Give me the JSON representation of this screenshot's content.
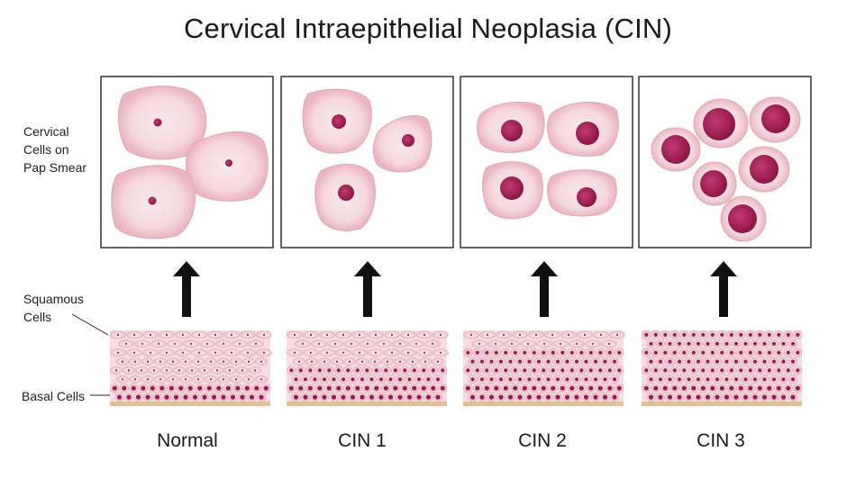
{
  "title": "Cervical Intraepithelial Neoplasia (CIN)",
  "labels": {
    "pap_smear": [
      "Cervical",
      "Cells on",
      "Pap Smear"
    ],
    "squamous": [
      "Squamous",
      "Cells"
    ],
    "basal": "Basal Cells"
  },
  "stages": [
    {
      "label": "Normal",
      "nucleus_size": 0.08,
      "layer": "normal"
    },
    {
      "label": "CIN 1",
      "nucleus_size": 0.2,
      "layer": "cin1"
    },
    {
      "label": "CIN 2",
      "nucleus_size": 0.34,
      "layer": "cin2"
    },
    {
      "label": "CIN 3",
      "nucleus_size": 0.55,
      "layer": "cin3"
    }
  ],
  "colors": {
    "cell_fill": "#f4d3d9",
    "cell_edge": "#e2a7b4",
    "nucleus": "#9c1a4f",
    "basal_line": "#e0c09a",
    "box_border": "#333333",
    "arrow": "#111111"
  }
}
